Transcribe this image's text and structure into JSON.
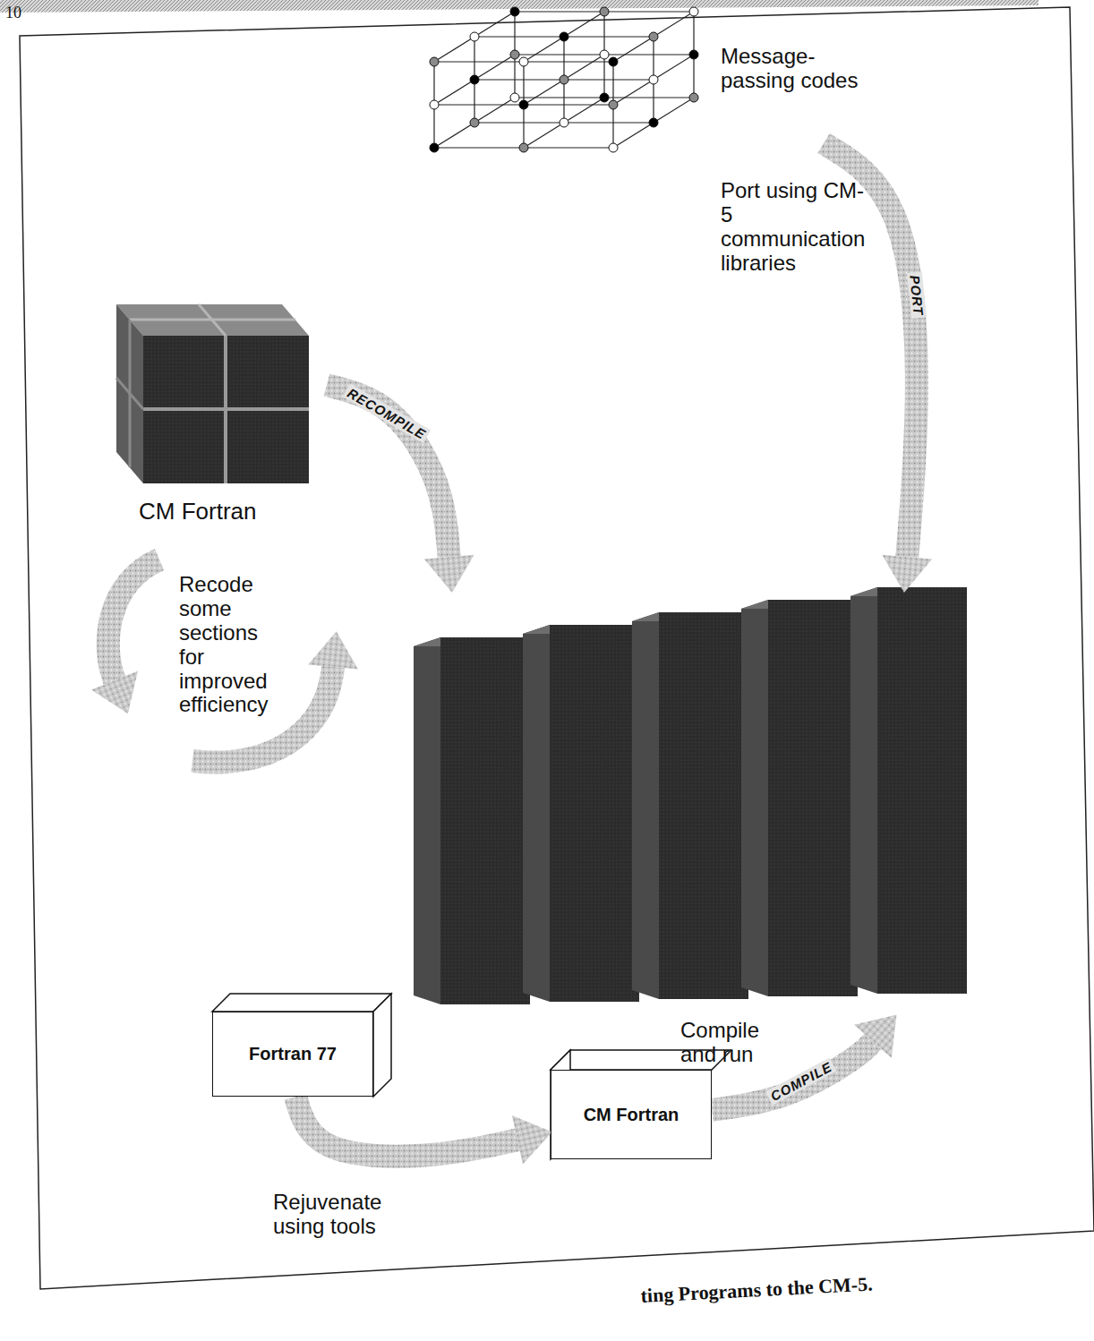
{
  "diagram": {
    "caption": "ting Programs to the CM-5.",
    "nodes": [
      {
        "text": [
          "Message-passing codes"
        ]
      },
      {
        "text": [
          "CM Fortran"
        ]
      },
      {
        "text": []
      },
      {
        "text": [
          "Fortran 77"
        ]
      },
      {
        "text": [
          "CM Fortran"
        ]
      }
    ],
    "edges": [
      {
        "from": 0,
        "to": 2,
        "arrow": "to",
        "label": "PORT"
      },
      {
        "from": 1,
        "to": 2,
        "arrow": "to",
        "label": "RECOMPILE"
      },
      {
        "from": 3,
        "to": 4,
        "arrow": "to",
        "label": "Rejuvenate using tools"
      },
      {
        "from": 4,
        "to": 2,
        "arrow": "to",
        "label": "COMPILE"
      }
    ],
    "labels": [
      "10",
      "Port using CM-5 communication libraries",
      "Recode some sections for improved efficiency",
      "Compile and run"
    ]
  }
}
